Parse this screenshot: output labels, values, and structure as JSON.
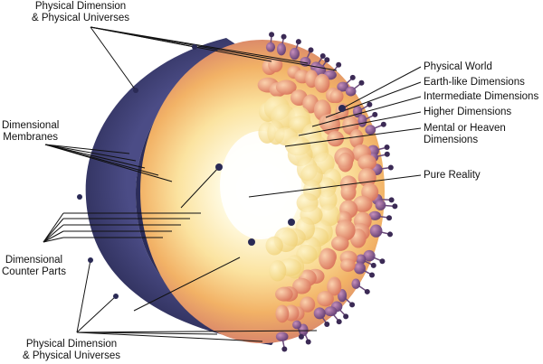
{
  "labels": {
    "top_physical": [
      "Physical Dimension",
      "& Physical Universes"
    ],
    "bottom_physical": [
      "Physical Dimension",
      "& Physical Universes"
    ],
    "membranes": [
      "Dimensional",
      "Membranes"
    ],
    "counter_parts": [
      "Dimensional",
      "Counter Parts"
    ],
    "physical_world": "Physical World",
    "earth_like": "Earth-like Dimensions",
    "intermediate": "Intermediate Dimensions",
    "higher": "Higher Dimensions",
    "mental_heaven": [
      "Mental or Heaven",
      "Dimensions"
    ],
    "pure_reality": "Pure Reality"
  },
  "colors": {
    "shell": "#3d3e72",
    "shell_dark": "#25264d",
    "core_light": "#fffde8",
    "core_warm": "#f6c25a",
    "sphere_orange": "#e98a64",
    "sphere_purple": "#7a4b86",
    "sphere_yellow": "#f3dd8a"
  }
}
